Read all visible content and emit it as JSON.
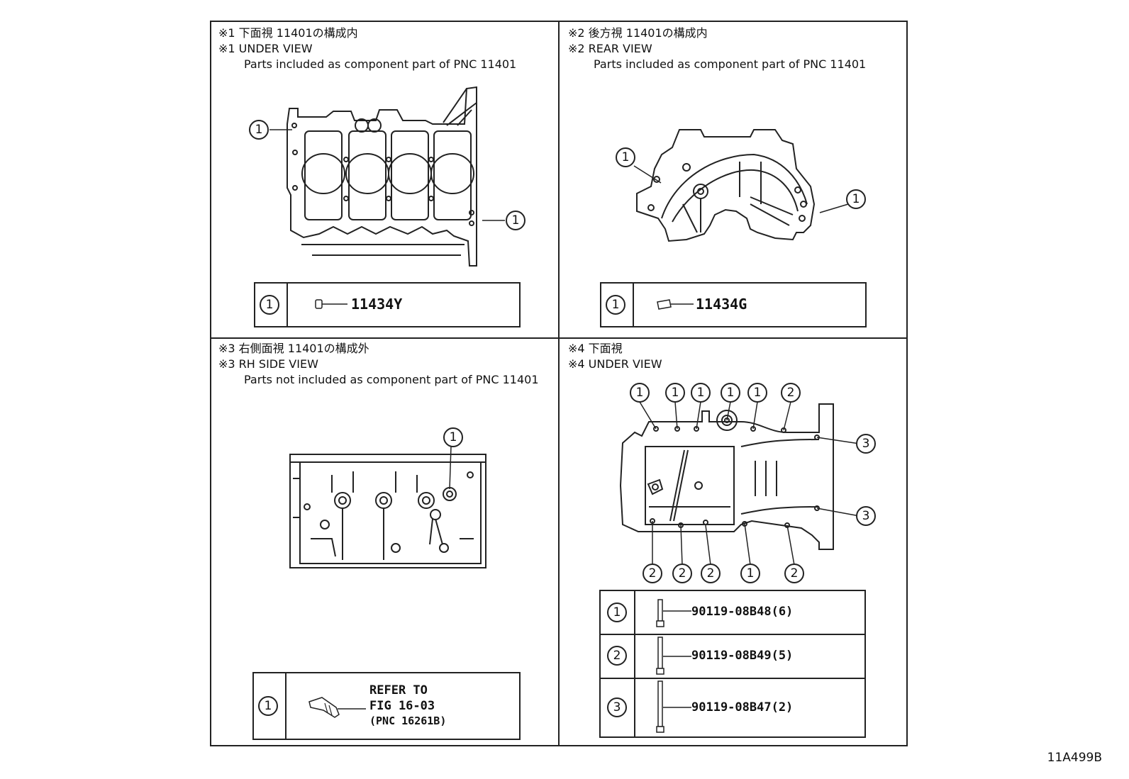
{
  "panels": [
    {
      "caption_jp": "※1 下面視 11401の構成内",
      "caption_en": "※1 UNDER VIEW",
      "caption_note": "Parts included as component part of PNC 11401",
      "callouts": [
        "1",
        "1"
      ],
      "legend": {
        "index": "1",
        "part": "11434Y"
      }
    },
    {
      "caption_jp": "※2 後方視 11401の構成内",
      "caption_en": "※2 REAR VIEW",
      "caption_note": "Parts included as component part of PNC 11401",
      "callouts": [
        "1",
        "1"
      ],
      "legend": {
        "index": "1",
        "part": "11434G"
      }
    },
    {
      "caption_jp": "※3 右側面視 11401の構成外",
      "caption_en": "※3 RH SIDE VIEW",
      "caption_note": "Parts not included as component part of PNC 11401",
      "callouts": [
        "1"
      ],
      "legend": {
        "index": "1",
        "refer": "REFER TO",
        "fig": "FIG 16-03",
        "pnc": "(PNC 16261B)"
      }
    },
    {
      "caption_jp": "※4 下面視",
      "caption_en": "※4 UNDER VIEW",
      "callouts_top": [
        "1",
        "1",
        "1",
        "1",
        "1",
        "2"
      ],
      "callouts_right": [
        "3",
        "3"
      ],
      "callouts_bottom": [
        "2",
        "2",
        "2",
        "1",
        "2"
      ],
      "legend": [
        {
          "index": "1",
          "part": "90119-08B48(6)"
        },
        {
          "index": "2",
          "part": "90119-08B49(5)"
        },
        {
          "index": "3",
          "part": "90119-08B47(2)"
        }
      ]
    }
  ],
  "figure_code": "11A499B"
}
